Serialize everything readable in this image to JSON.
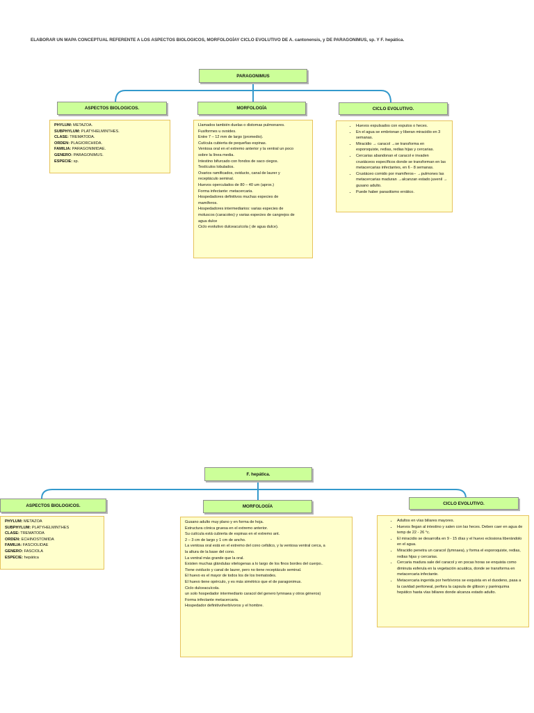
{
  "title": "ELABORAR UN MAPA CONCEPTUAL REFERENTE A LOS ASPECTOS BIOLOGICOS, MORFOLOGÍAY CICLO EVOLUTIVO DE A. cantonensis, y  DE PARAGONIMUS, sp. Y F. hepática.",
  "colors": {
    "node_fill": "#ccff99",
    "box_fill": "#ffffcc",
    "connector": "#3399cc",
    "box_border": "#e6c25a"
  },
  "maps": [
    {
      "root": "PARAGONIMUS",
      "biologicos": {
        "heading": "ASPECTOS BIOLOGICOS.",
        "rows": [
          {
            "label": "PHYLUM:",
            "value": " METAZOA."
          },
          {
            "label": "SUBPHYLUM:",
            "value": " PLATYHELMINTHES."
          },
          {
            "label": "CLASE:",
            "value": " TREMATODA."
          },
          {
            "label": "ORDEN:",
            "value": " PLAGIORCHIIDA."
          },
          {
            "label": "FAMILIA:",
            "value": "  PARAGONIMIDAE."
          },
          {
            "label": "GENERO:",
            "value": "  PARAGONIMUS."
          },
          {
            "label": "ESPECIE:",
            "value": "  sp."
          }
        ]
      },
      "morfologia": {
        "heading": "MORFOLOGÍA",
        "lines": [
          "Llamados también duelas o distomas pulmonares.",
          "Fusiformes u ovoides.",
          "Entre 7 – 12 mm de largo (promedio).",
          "Cutícula cubierta de pequeñas espinas.",
          "Ventosa oral en el extremo anterior y la ventral un poco",
          "sobre la línea media.",
          "Intestino bifurcado con fondos de saco ciegos.",
          "Testículos lobulados.",
          "Ovarios ramificados, oviducto, canal de laurer y",
          "receptáculo seminal.",
          "Huevos operculados de 80 – 40 um (aprox.)",
          "Forma infectante: metacercaria.",
          "Hospedadores definitivos muchas especies de",
          "mamíferos.",
          "Hospedadores intermediarios: varias especies de",
          "moluscos (caracoles)  y varias especies de cangrejos de",
          "agua dulce",
          "Ciclo evolutivo dulceacuícola ( de agua dulce)."
        ]
      },
      "ciclo": {
        "heading": "CICLO EVOLUTIVO.",
        "bullets": [
          "Huevos expulsados con esputos o heces.",
          "En el agua se embrionan y liberan miracidio en 3 semanas.",
          "Miracidio → caracol →se transforma en esporoquiste, redias, redias hijas y cercarias.",
          "Cercarias abandonan el  caracol e invaden crustáceos específicos donde se transforman en las metacercarias infectantes,  en 6 - 8 semanas.",
          "Crustáceo comido por mamíferos-- →pulmones las metacercarias maduran →alcanzan estado juvenil → gusano  adulto.",
          "Puede haber parasitismo errático."
        ]
      }
    },
    {
      "root": "F. hepática.",
      "biologicos": {
        "heading": "ASPECTOS BIOLOGICOS.",
        "rows": [
          {
            "label": "PHYLUM:",
            "value": " METAZOA"
          },
          {
            "label": "SUBPHYLUM:",
            "value": " PLATYHELMINTHES"
          },
          {
            "label": "CLASE:",
            "value": " TREMATODA"
          },
          {
            "label": "ORDEN:",
            "value": " ECHINOSTOMIDA"
          },
          {
            "label": "FAMILIA:",
            "value": "  FASCIOLIDAE"
          },
          {
            "label": "GENERO:",
            "value": "  FASCIOLA"
          },
          {
            "label": "ESPECIE:",
            "value": "  hepática"
          }
        ]
      },
      "morfologia": {
        "heading": "MORFOLOGÍA",
        "lines": [
          "Gusano adulto muy plano y en forma de hoja.",
          "Estructura cónica gruesa en el extremo anterior.",
          "Su cutícula está cubierta de espinas en el extremo ant.",
          "2 – 3 cm de largo y 1 cm de ancho.",
          "La ventosa oral está en el extremo del cono cefálico, y la ventosa ventral cerca, a",
          "la altura de la base del cono.",
          "La ventral  más grande que la oral.",
          "Existen muchas glándulas vitelogenas a lo largo de los finos bordes del cuerpo..",
          "Tiene oviducto y canal de laurer, pero no tiene receptáculo seminal.",
          "El huevo es el mayor de todos los de los trematodes.",
          "El huevo tiene opérculo, y es más simétrico que el de paragonimus.",
          " Ciclo dulceacuícola.",
          " un solo hospedador intermediario caracol del genero lymnaea y otros géneros)",
          "Forma infectante metacercaria.",
          "Hospedador definitivoherbívoros y el hombre."
        ]
      },
      "ciclo": {
        "heading": "CICLO EVOLUTIVO.",
        "bullets": [
          "Adultos en vías biliares mayores.",
          "Huevos llegan al intestino y salen con las heces.  Deben caer en agua de temp de 22 - 26 °c.",
          "El miracidio se desarrolla en  9 - 15 días y el huevo eclosiona liberándolo en el agua.",
          "Miracidio penetra un caracol (lymnaea), y forma el esporoquiste, redias, redias hijas y cercarias.",
          "Cercaria madura sale del caracol y en pocas horas se enquista como diminuta esferula en la vegetación acuática, donde se transforma en metacercaria infectante.",
          "Metacercaria ingerida por herbívoros se exquista en el duodeno, pasa a la cavidad peritoneal, perfora la capsula de glibson y parénquima hepático hasta vías biliares donde alcanza estado adulto."
        ]
      }
    }
  ]
}
